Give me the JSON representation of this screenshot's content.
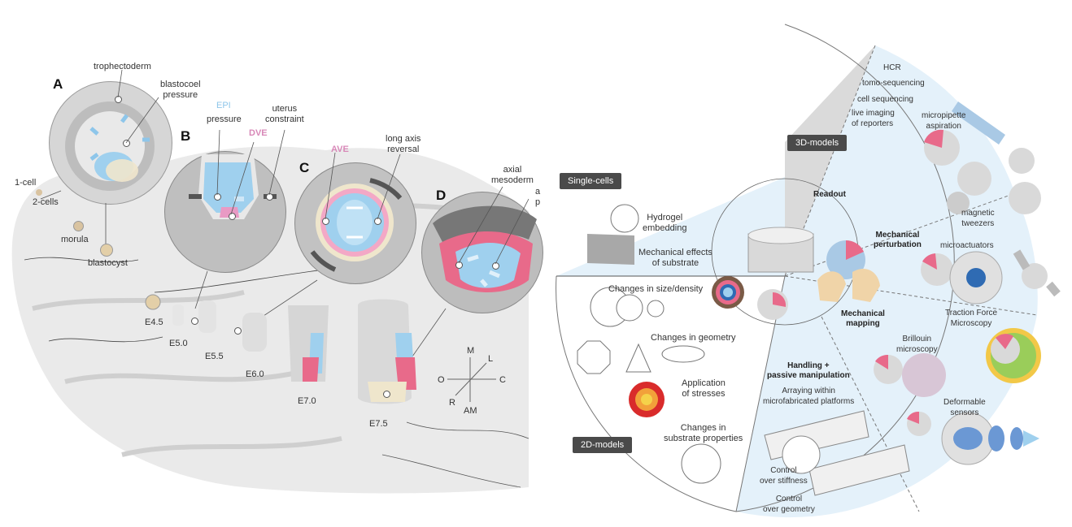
{
  "colors": {
    "epi": "#8ec6ea",
    "dve": "#d888b8",
    "ave": "#d888b8",
    "pink": "#e86a8a",
    "blue": "#9fd0ee",
    "cream": "#efe6cc",
    "grey": "#d9d9d9",
    "pill": "#4a4a4a"
  },
  "left": {
    "panels": {
      "a": "A",
      "b": "B",
      "c": "C",
      "d": "D"
    },
    "a": {
      "trophectoderm": "trophectoderm",
      "blastocoel": "blastocoel\npressure"
    },
    "b": {
      "epi": "EPI",
      "pressure": "pressure",
      "dve": "DVE",
      "uterus": "uterus\nconstraint"
    },
    "c": {
      "ave": "AVE",
      "reversal": "long axis\nreversal"
    },
    "d": {
      "axial": "axial\nmesoderm",
      "ap": "a\np"
    },
    "stages": {
      "one_cell": "1-cell",
      "two_cells": "2-cells",
      "morula": "morula",
      "blastocyst": "blastocyst",
      "e45": "E4.5",
      "e50": "E5.0",
      "e55": "E5.5",
      "e60": "E6.0",
      "e70": "E7.0",
      "e75": "E7.5"
    },
    "axes": {
      "m": "M",
      "l": "L",
      "o": "O",
      "c": "C",
      "r": "R",
      "am": "AM"
    }
  },
  "right": {
    "pills": {
      "single": "Single-cells",
      "three_d": "3D-models",
      "two_d": "2D-models"
    },
    "readout": {
      "title": "Readout",
      "items": [
        "HCR",
        "tomo-sequencing",
        "cell sequencing",
        "live imaging\nof reporters"
      ]
    },
    "single": {
      "hydrogel": "Hydrogel\nembedding",
      "substrate": "Mechanical effects\nof substrate"
    },
    "two_d": {
      "size": "Changes in size/density",
      "geometry": "Changes in geometry",
      "stresses": "Application\nof stresses",
      "substrate": "Changes in\nsubstrate properties"
    },
    "perturbation": {
      "title": "Mechanical\nperturbation",
      "micropipette": "micropipette\naspiration",
      "magnetic": "magnetic\ntweezers",
      "microactuators": "microactuators"
    },
    "mapping": {
      "title": "Mechanical\nmapping",
      "traction": "Traction Force\nMicroscopy",
      "brillouin": "Brillouin\nmicroscopy",
      "deformable": "Deformable\nsensors"
    },
    "handling": {
      "title": "Handling +\npassive manipulation",
      "arraying": "Arraying within\nmicrofabricated platforms",
      "stiffness": "Control\nover stiffness",
      "geometry": "Control\nover geometry"
    }
  }
}
